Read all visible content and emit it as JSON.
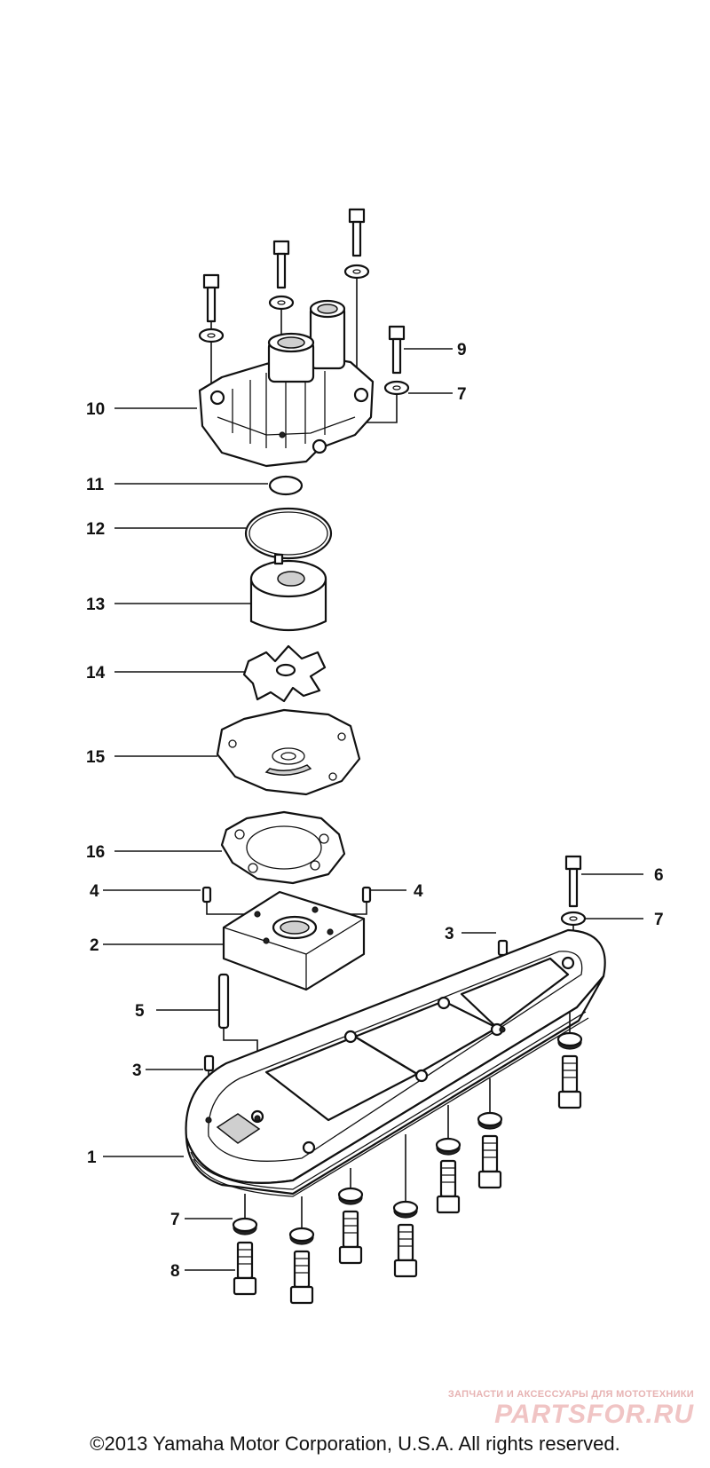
{
  "callouts": {
    "c1": "1",
    "c2": "2",
    "c3a": "3",
    "c3b": "3",
    "c4a": "4",
    "c4b": "4",
    "c5": "5",
    "c6": "6",
    "c7a": "7",
    "c7b": "7",
    "c7c": "7",
    "c8": "8",
    "c9": "9",
    "c10": "10",
    "c11": "11",
    "c12": "12",
    "c13": "13",
    "c14": "14",
    "c15": "15",
    "c16": "16"
  },
  "watermark": {
    "tagline": "ЗАПЧАСТИ И АКСЕССУАРЫ ДЛЯ МОТОТЕХНИКИ",
    "logo": "PARTSFOR.RU"
  },
  "copyright": "©2013 Yamaha Motor Corporation, U.S.A. All rights reserved."
}
